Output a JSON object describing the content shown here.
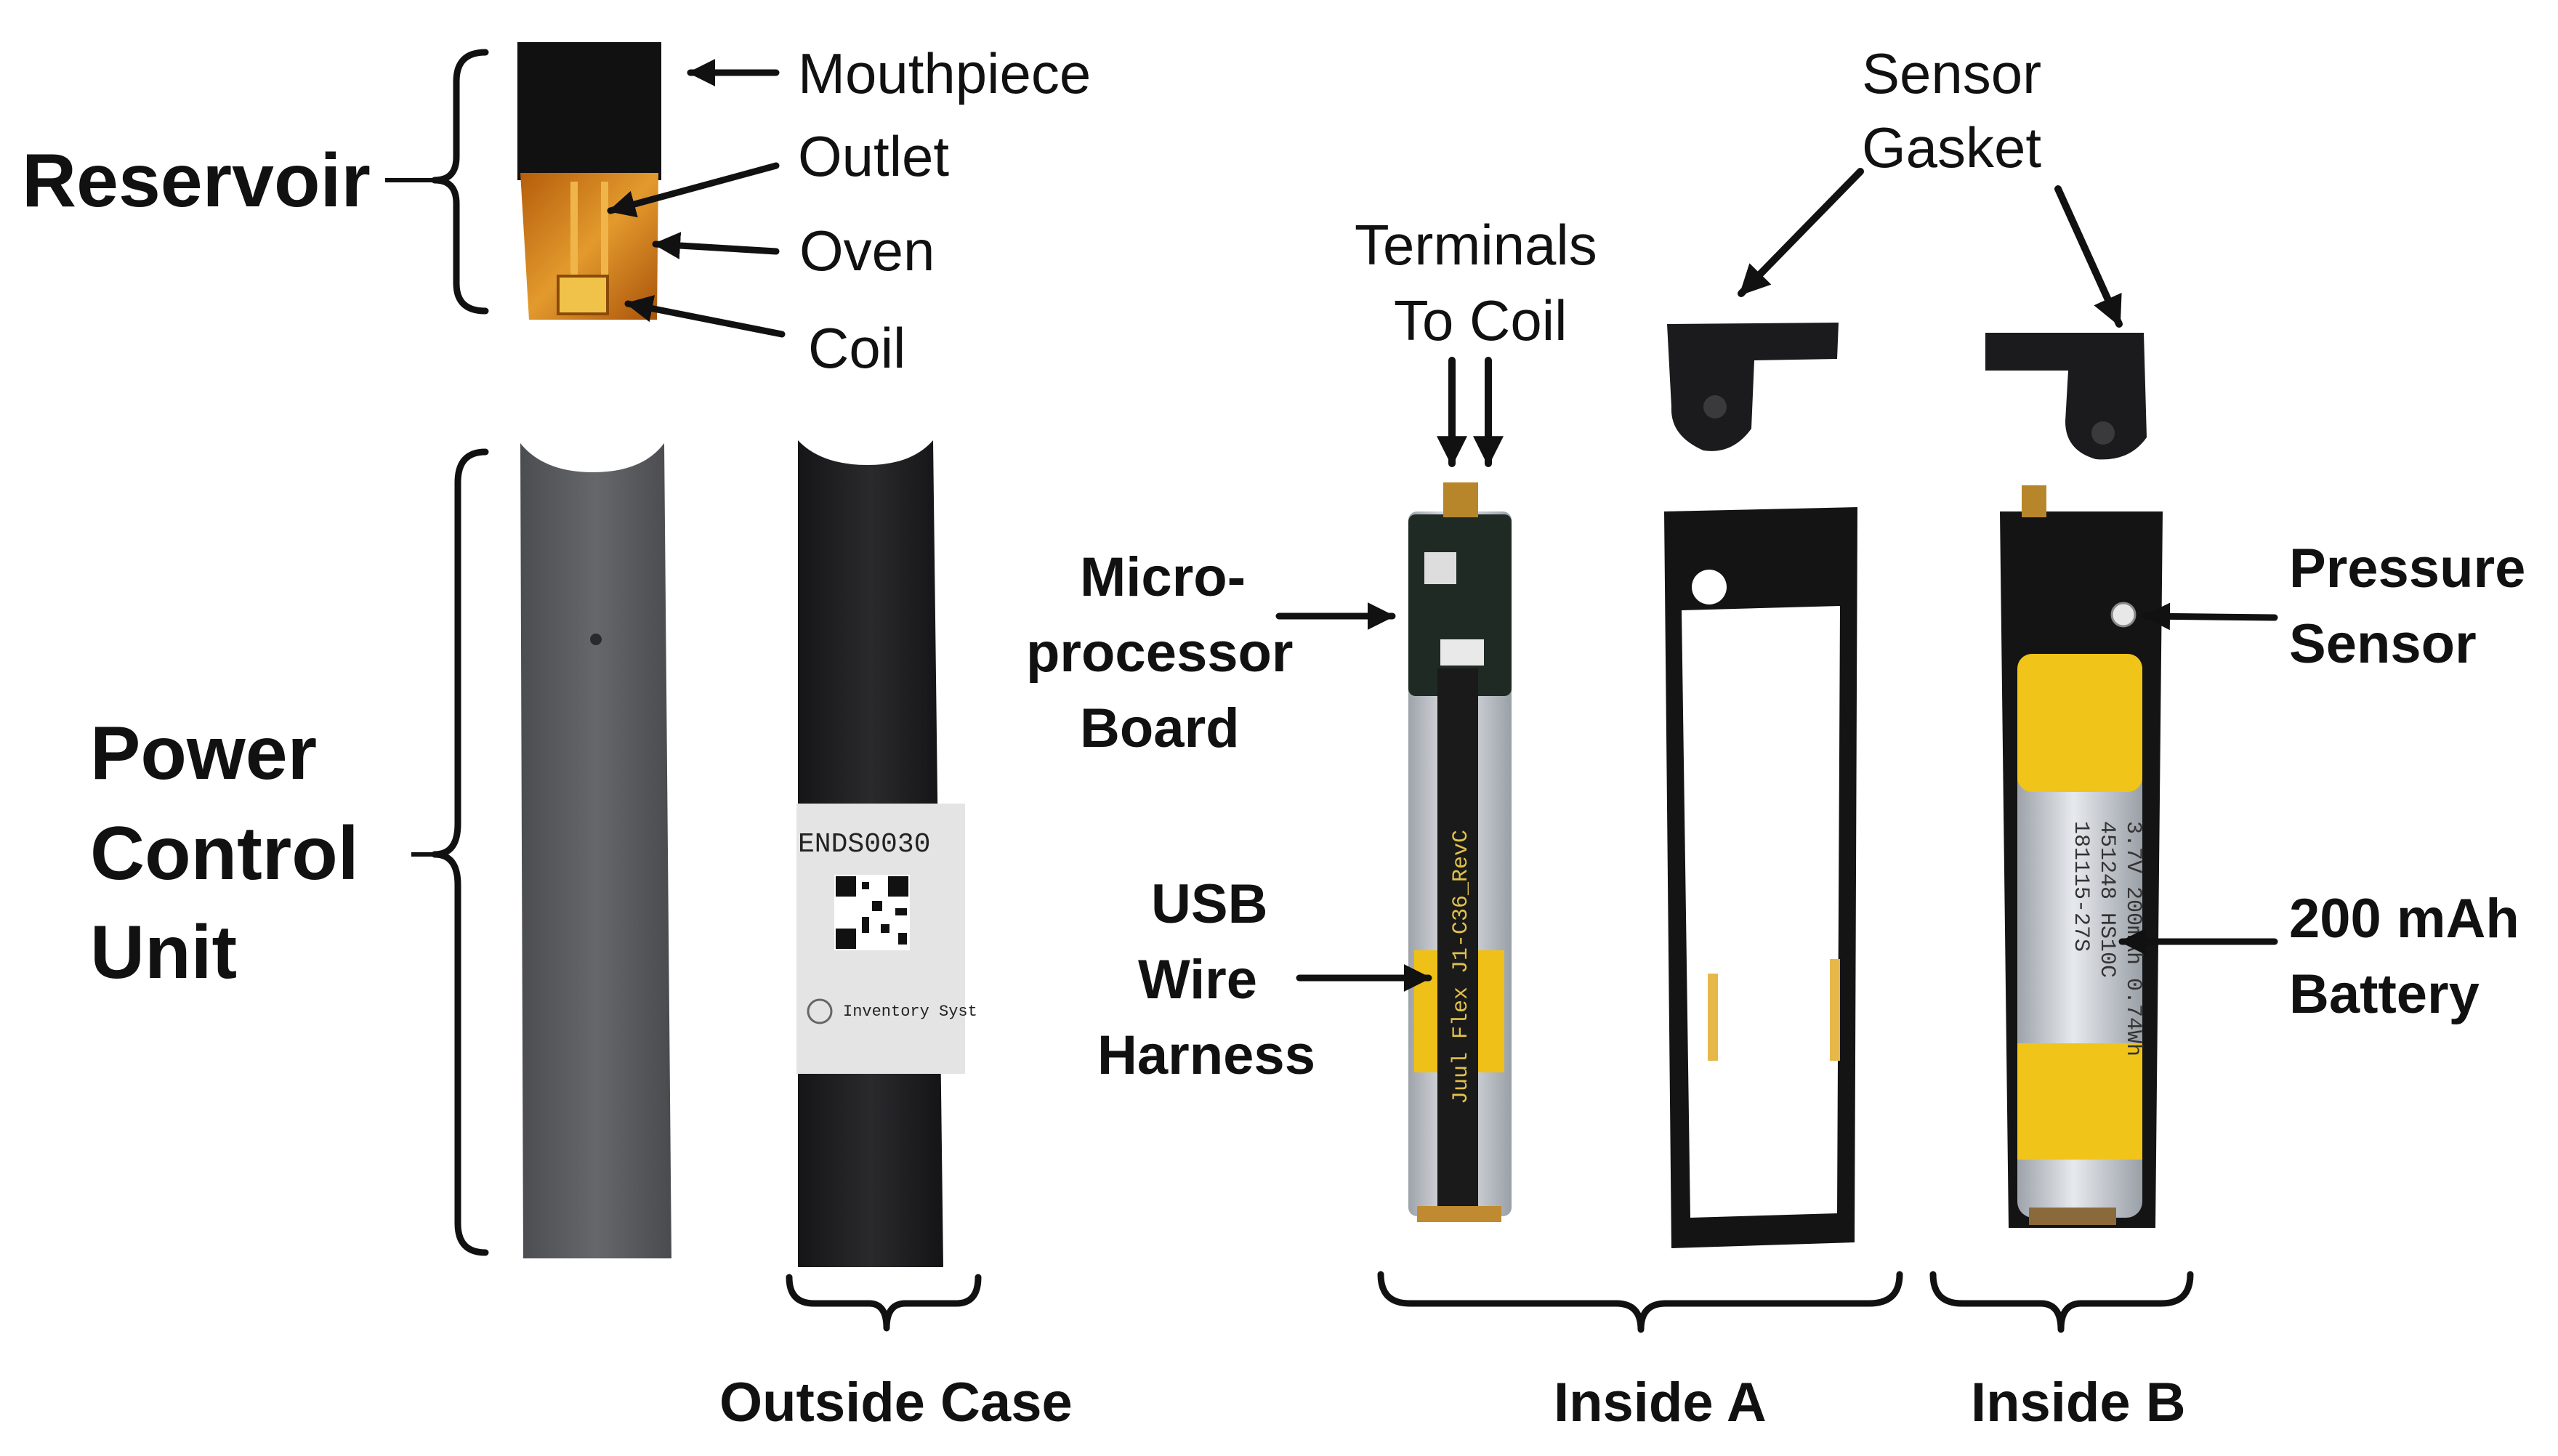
{
  "labels": {
    "reservoir": "Reservoir",
    "mouthpiece": "Mouthpiece",
    "outlet": "Outlet",
    "oven": "Oven",
    "coil": "Coil",
    "power_control_unit": [
      "Power",
      "Control",
      "Unit"
    ],
    "outside_case": "Outside Case",
    "terminals_to_coil": [
      "Terminals",
      "To Coil"
    ],
    "sensor_gasket": [
      "Sensor",
      "Gasket"
    ],
    "microprocessor_board": [
      "Micro-",
      "processor",
      "Board"
    ],
    "usb_wire_harness": [
      "USB",
      "Wire",
      "Harness"
    ],
    "pressure_sensor": [
      "Pressure",
      "Sensor"
    ],
    "battery": [
      "200 mAh",
      "Battery"
    ],
    "inside_a": "Inside A",
    "inside_b": "Inside B"
  },
  "device_text": {
    "inventory_tag": "ENDS0030",
    "inventory_system": "Inventory Syst",
    "flex_cable": "Juul Flex    J1-C36_RevC",
    "battery_print": [
      "3.7V 200mAh 0.74Wh",
      "451248 HS10C",
      "181115-27S"
    ]
  },
  "colors": {
    "case_grey": "#5d5e62",
    "case_black": "#1e1e20",
    "amber": "#d9831c",
    "battery_yellow": "#f0c419",
    "battery_silver": "#c9cdd3",
    "board_green": "#1f2a24"
  }
}
